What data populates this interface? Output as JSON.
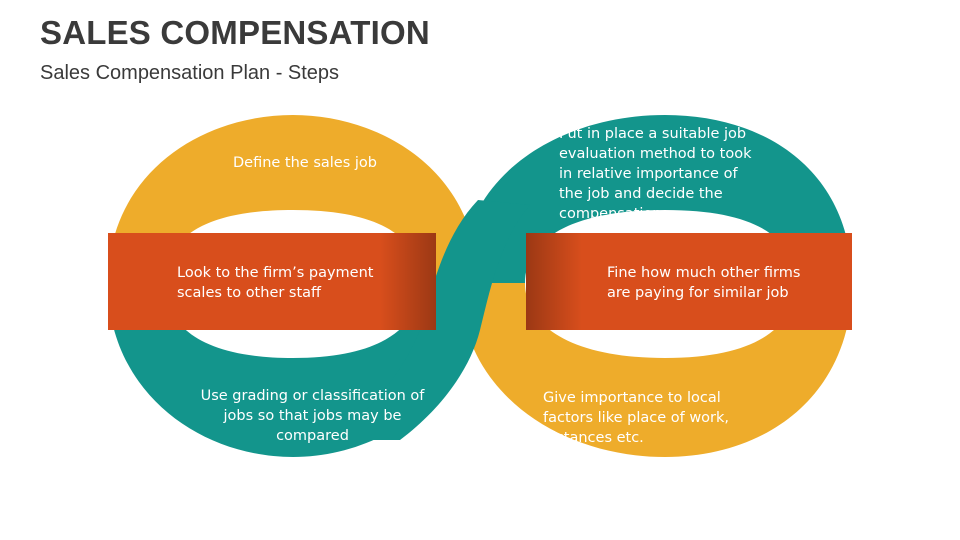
{
  "header": {
    "title": "SALES COMPENSATION",
    "subtitle": "Sales Compensation Plan - Steps"
  },
  "colors": {
    "yellow": "#EEAC2B",
    "teal": "#13958C",
    "orange": "#D84E1C",
    "text": "#3A3A3A"
  },
  "steps": [
    {
      "text": "Define the sales job"
    },
    {
      "text": "Look to the firm’s payment scales to other staff"
    },
    {
      "text": "Use grading or classification of jobs so that jobs may be compared"
    },
    {
      "text": "Put in place a suitable job evaluation method to took in relative importance of the job and decide the compensation"
    },
    {
      "text": "Fine how much other firms are paying for similar job"
    },
    {
      "text": "Give importance to local factors like place of work, distances etc."
    }
  ]
}
